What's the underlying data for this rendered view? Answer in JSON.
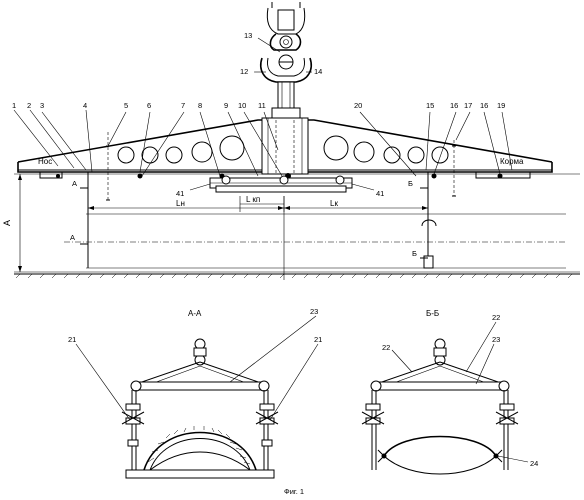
{
  "callouts": {
    "n1": "1",
    "n2": "2",
    "n3": "3",
    "n4": "4",
    "n5": "5",
    "n6": "6",
    "n7": "7",
    "n8": "8",
    "n9": "9",
    "n10": "10",
    "n11": "11",
    "n12": "12",
    "n13": "13",
    "n14": "14",
    "n15": "15",
    "n16a": "16",
    "n16b": "16",
    "n17": "17",
    "n19": "19",
    "n20": "20",
    "n41a": "41",
    "n41b": "41",
    "n21a": "21",
    "n21b": "21",
    "n22a": "22",
    "n22b": "22",
    "n23a": "23",
    "n23b": "23",
    "n24": "24"
  },
  "labels": {
    "nose": "Нос",
    "stern": "Корма",
    "section_a_left": "A",
    "section_a_left2": "A",
    "section_b_right": "Б",
    "section_b_right2": "Б",
    "height_a": "A",
    "l_nose": "Lн",
    "l_kp": "L кп",
    "l_stern": "Lк",
    "view_aa": "А-А",
    "view_bb": "Б-Б",
    "figure": "Фиг. 1"
  }
}
